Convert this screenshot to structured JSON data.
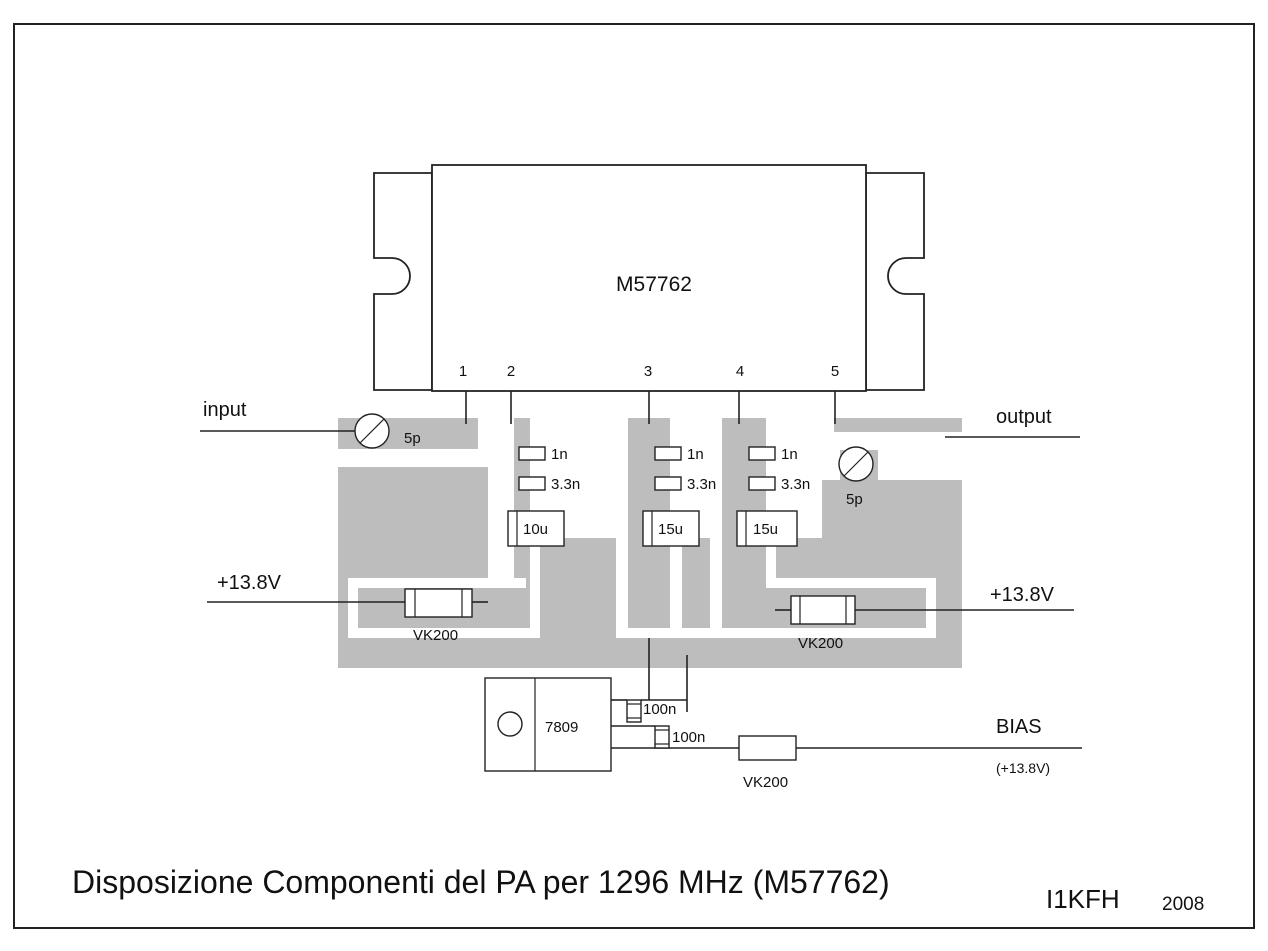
{
  "ic": {
    "name": "M57762",
    "pins": [
      "1",
      "2",
      "3",
      "4",
      "5"
    ]
  },
  "ports": {
    "input": "input",
    "output": "output",
    "supply_left": "+13.8V",
    "supply_right": "+13.8V",
    "bias": "BIAS",
    "bias_voltage": "(+13.8V)"
  },
  "trimmers": {
    "input": "5p",
    "output": "5p"
  },
  "capacitors": {
    "c1n_a": "1n",
    "c1n_b": "1n",
    "c1n_c": "1n",
    "c33n_a": "3.3n",
    "c33n_b": "3.3n",
    "c33n_c": "3.3n",
    "tant_a": "10u",
    "tant_b": "15u",
    "tant_c": "15u",
    "c100n_a": "100n",
    "c100n_b": "100n"
  },
  "chokes": {
    "left": "VK200",
    "right": "VK200",
    "bias": "VK200"
  },
  "regulator": {
    "name": "7809"
  },
  "footer": {
    "title": "Disposizione Componenti del PA per 1296 MHz (M57762)",
    "author": "I1KFH",
    "year": "2008"
  }
}
